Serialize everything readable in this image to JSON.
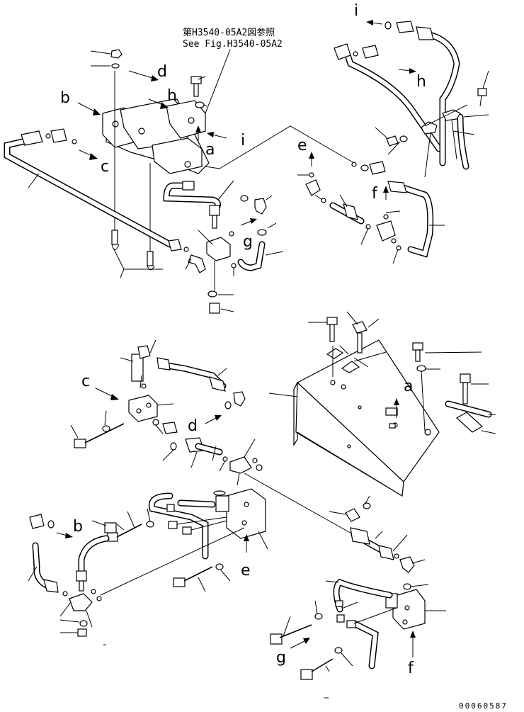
{
  "diagram": {
    "reference_note": {
      "line1": "第H3540-05A2図参照",
      "line2": "See Fig.H3540-05A2"
    },
    "callouts": [
      "a",
      "b",
      "c",
      "d",
      "e",
      "f",
      "g",
      "h",
      "i"
    ],
    "callout_labels": {
      "a_top": "a",
      "a_right": "a",
      "b_top": "b",
      "b_bottom": "b",
      "c_top": "c",
      "c_mid": "c",
      "d_top": "d",
      "d_mid": "d",
      "e_right": "e",
      "e_bottom": "e",
      "f_right": "f",
      "f_bottom": "f",
      "g_top": "g",
      "g_bottom": "g",
      "h_top": "h",
      "h_right": "h",
      "i_top": "i",
      "i_right": "i"
    },
    "document_number": "00060587"
  }
}
